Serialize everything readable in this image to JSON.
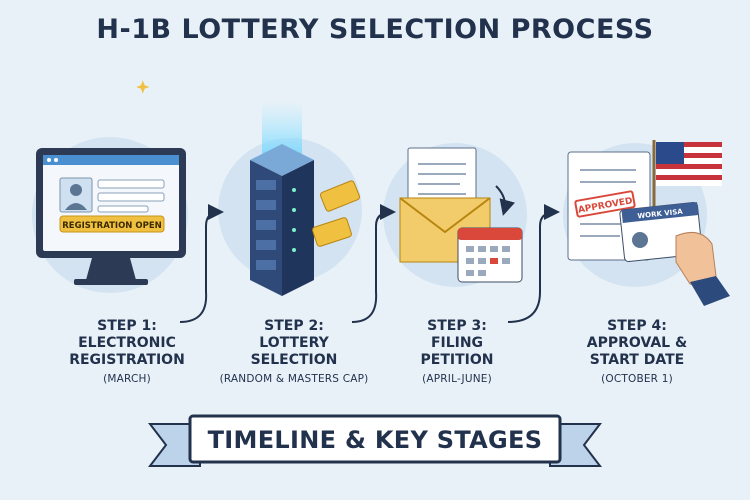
{
  "title": "H-1B LOTTERY SELECTION PROCESS",
  "steps": [
    {
      "line1": "STEP 1:",
      "line2": "ELECTRONIC",
      "line3": "REGISTRATION",
      "sub": "(MARCH)"
    },
    {
      "line1": "STEP 2:",
      "line2": "LOTTERY",
      "line3": "SELECTION",
      "sub": "(RANDOM & MASTERS CAP)"
    },
    {
      "line1": "STEP 3:",
      "line2": "FILING",
      "line3": "PETITION",
      "sub": "(APRIL-JUNE)"
    },
    {
      "line1": "STEP 4:",
      "line2": "APPROVAL &",
      "line3": "START DATE",
      "sub": "(OCTOBER 1)"
    }
  ],
  "icons": {
    "registration_badge": "REGISTRATION OPEN",
    "approved_stamp": "APPROVED",
    "work_visa": "WORK VISA"
  },
  "banner": "TIMELINE & KEY STAGES",
  "colors": {
    "navy": "#22324d",
    "gold": "#f0c040",
    "background": "#e9f1f8",
    "circle": "#d3e3f1"
  }
}
